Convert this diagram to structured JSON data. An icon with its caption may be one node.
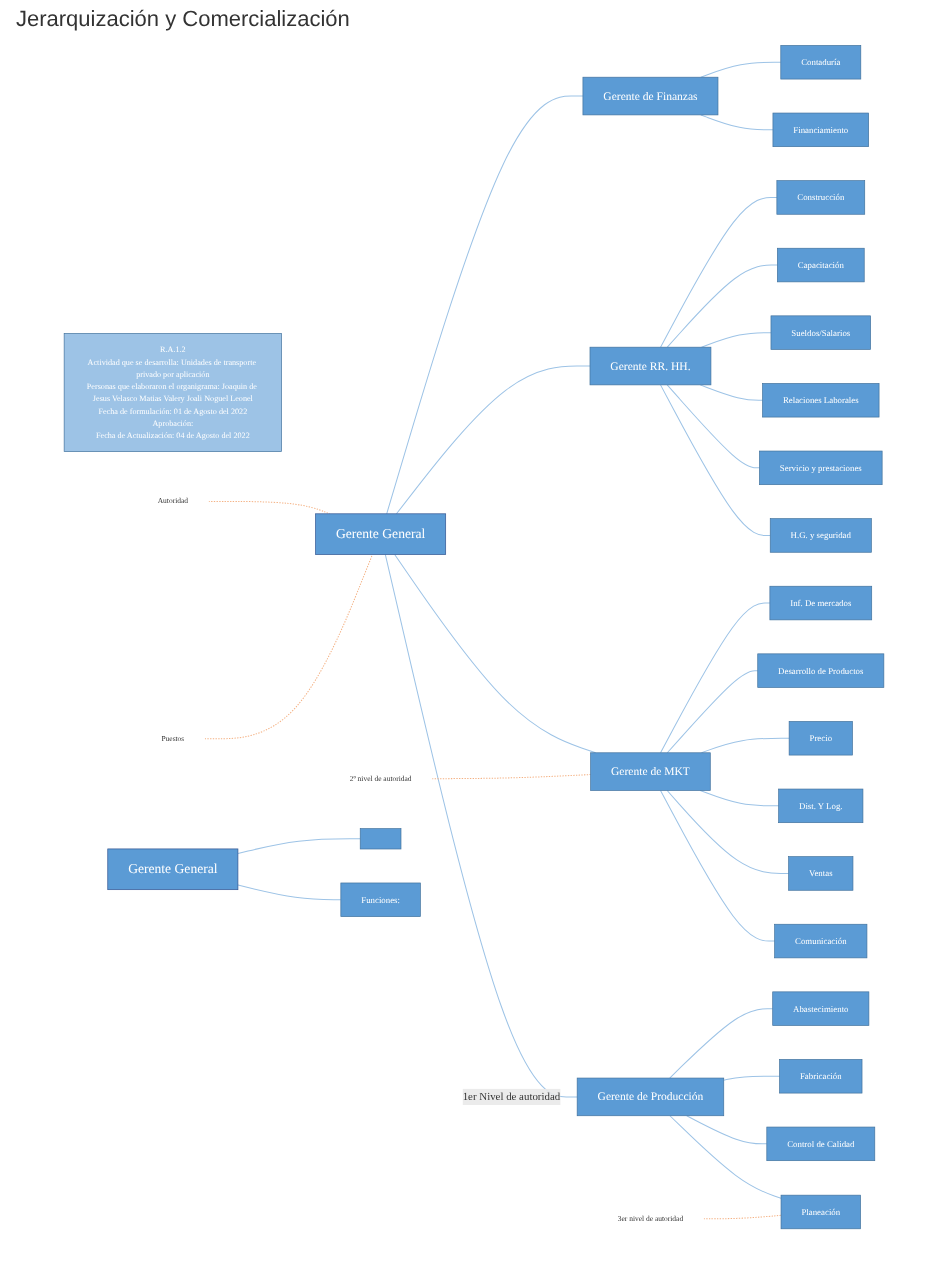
{
  "diagram": {
    "nodes": [
      {
        "text": [
          "R.A.1.2",
          "Actividad que se desarrolla: Unidades de transporte privado por aplicación",
          "Personas que elaboraron el organigrama: Joaquin de Jesus Velasco Matias Valery Joali Noguel Leonel",
          "Fecha de formulación: 01 de Agosto del 2022",
          "Aprobación:",
          "Fecha de Actualización: 04 de Agosto del 2022"
        ]
      },
      {
        "text": [
          "Autoridad"
        ]
      },
      {
        "text": [
          "Gerente General"
        ]
      },
      {
        "text": [
          "Puestos"
        ]
      },
      {
        "text": [
          "Gerente de Finanzas"
        ]
      },
      {
        "text": [
          "Gerente RR. HH."
        ]
      },
      {
        "text": [
          "2º nivel de autoridad"
        ]
      },
      {
        "text": [
          "Gerente de MKT"
        ]
      },
      {
        "text": [
          "Contaduría"
        ]
      },
      {
        "text": [
          "Financiamiento"
        ]
      },
      {
        "text": [
          "Construcción"
        ]
      },
      {
        "text": [
          "Capacitación"
        ]
      },
      {
        "text": [
          "Sueldos/Salarios"
        ]
      },
      {
        "text": [
          "Relaciones Laborales"
        ]
      },
      {
        "text": [
          "Servicio y prestaciones"
        ]
      },
      {
        "text": [
          "H.G. y seguridad"
        ]
      },
      {
        "text": [
          "Inf. De mercados"
        ]
      },
      {
        "text": [
          "Desarrollo de Productos"
        ]
      },
      {
        "text": [
          "Precio"
        ]
      },
      {
        "text": [
          "Dist. Y Log."
        ]
      },
      {
        "text": [
          "Ventas"
        ]
      },
      {
        "text": [
          "Comunicación"
        ]
      },
      {
        "text": [
          "Gerente de Producción"
        ]
      },
      {
        "text": [
          "3er nivel de autoridad"
        ]
      },
      {
        "text": [
          "Abastecimiento"
        ]
      },
      {
        "text": [
          "Fabricación"
        ]
      },
      {
        "text": [
          "Control de Calidad"
        ]
      },
      {
        "text": [
          "Planeación"
        ]
      },
      {
        "text": [
          "Gerente General"
        ]
      },
      {
        "text": [],
        "shape": "box"
      },
      {
        "text": [
          "Funciones:"
        ]
      }
    ],
    "edges": [
      {
        "from": 1,
        "to": 2,
        "arrow": "none",
        "style": "dashed",
        "color": "#f4b183"
      },
      {
        "from": 3,
        "to": 2,
        "arrow": "none",
        "style": "dashed",
        "color": "#f4b183"
      },
      {
        "from": 2,
        "to": 4,
        "arrow": "none"
      },
      {
        "from": 2,
        "to": 5,
        "arrow": "none"
      },
      {
        "from": 2,
        "to": 7,
        "arrow": "none"
      },
      {
        "from": 2,
        "to": 22,
        "arrow": "none",
        "label": "1er Nivel de autoridad"
      },
      {
        "from": 6,
        "to": 7,
        "arrow": "none",
        "style": "dashed",
        "color": "#f4b183"
      },
      {
        "from": 4,
        "to": 8,
        "arrow": "none"
      },
      {
        "from": 4,
        "to": 9,
        "arrow": "none"
      },
      {
        "from": 5,
        "to": 10,
        "arrow": "none"
      },
      {
        "from": 5,
        "to": 11,
        "arrow": "none"
      },
      {
        "from": 5,
        "to": 12,
        "arrow": "none"
      },
      {
        "from": 5,
        "to": 13,
        "arrow": "none"
      },
      {
        "from": 5,
        "to": 14,
        "arrow": "none"
      },
      {
        "from": 5,
        "to": 15,
        "arrow": "none"
      },
      {
        "from": 7,
        "to": 16,
        "arrow": "none"
      },
      {
        "from": 7,
        "to": 17,
        "arrow": "none"
      },
      {
        "from": 7,
        "to": 18,
        "arrow": "none"
      },
      {
        "from": 7,
        "to": 19,
        "arrow": "none"
      },
      {
        "from": 7,
        "to": 20,
        "arrow": "none"
      },
      {
        "from": 7,
        "to": 21,
        "arrow": "none"
      },
      {
        "from": 22,
        "to": 24,
        "arrow": "none"
      },
      {
        "from": 22,
        "to": 25,
        "arrow": "none"
      },
      {
        "from": 22,
        "to": 26,
        "arrow": "none"
      },
      {
        "from": 22,
        "to": 27,
        "arrow": "none"
      },
      {
        "from": 23,
        "to": 27,
        "arrow": "none",
        "style": "dashed",
        "color": "#f4b183"
      },
      {
        "from": 28,
        "to": 29,
        "arrow": "none"
      },
      {
        "from": 28,
        "to": 30,
        "arrow": "none"
      }
    ],
    "labels": [
      "Jerarquización y Comercialización"
    ]
  }
}
